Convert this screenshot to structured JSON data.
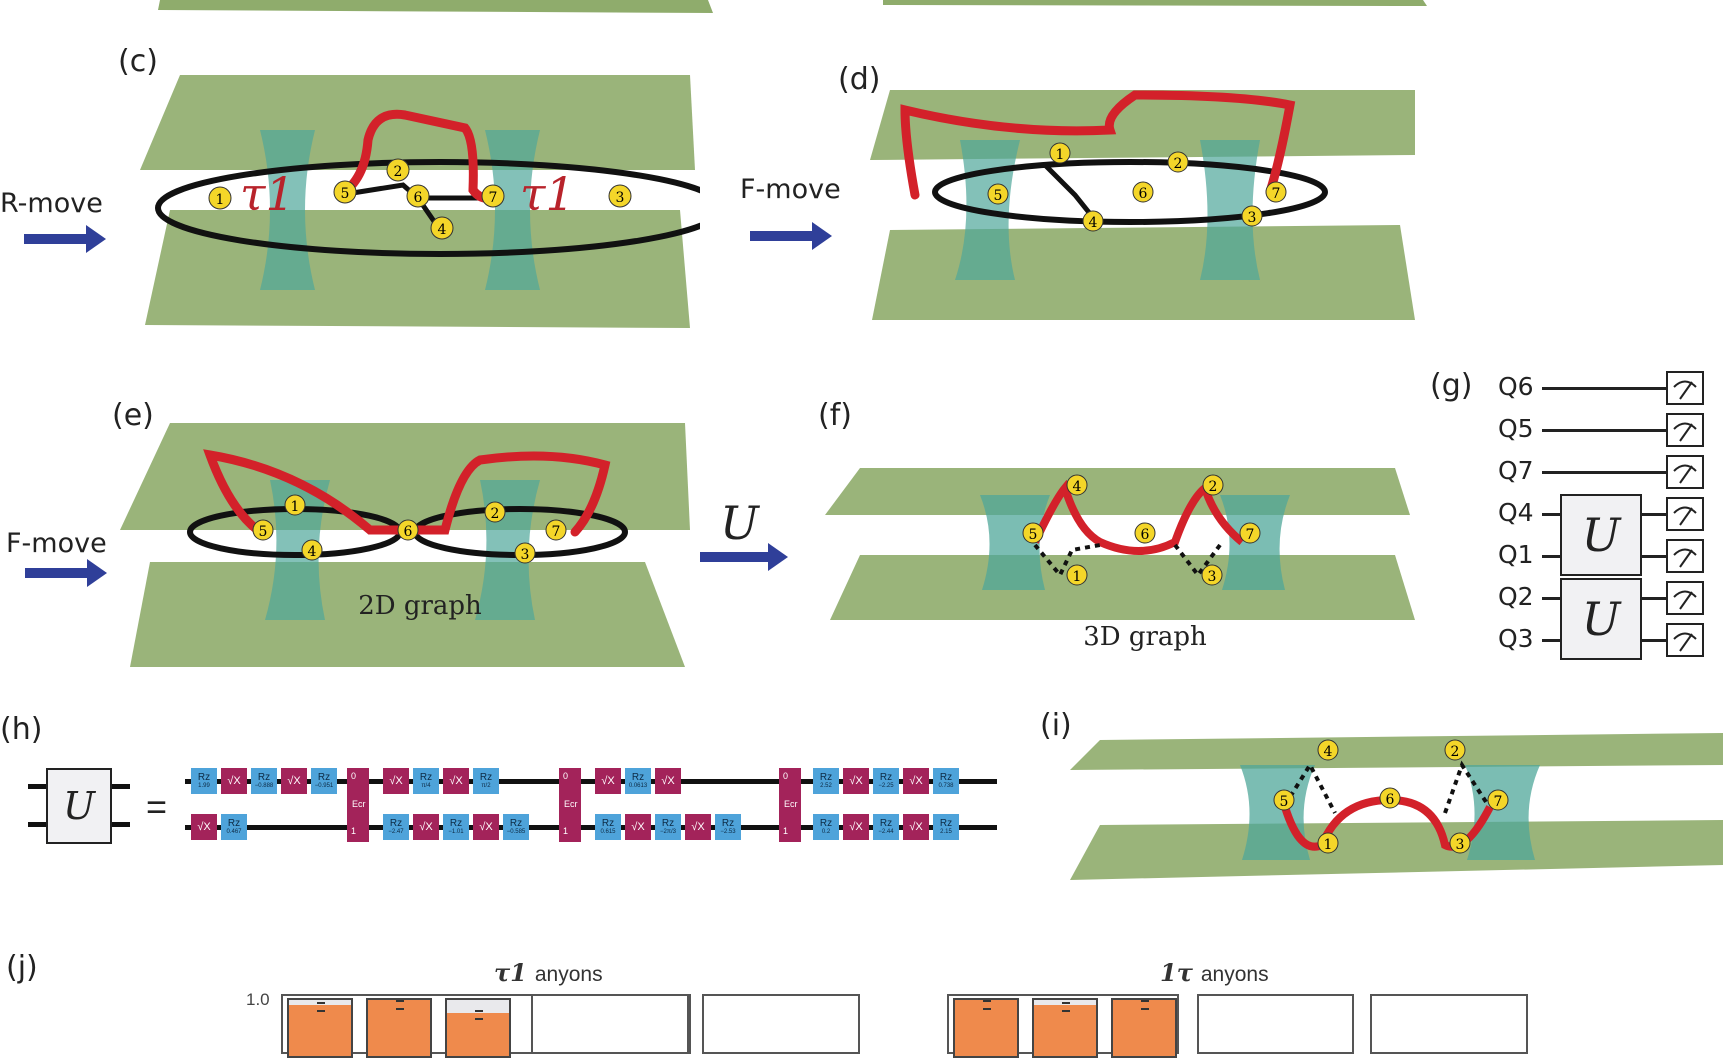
{
  "panels": {
    "c": {
      "label": "(c)",
      "arrow_label": "R-move",
      "anyon_left": "τ1",
      "anyon_right": "τ1",
      "nodes": [
        "1",
        "2",
        "3",
        "4",
        "5",
        "6",
        "7"
      ]
    },
    "d": {
      "label": "(d)",
      "arrow_label": "F-move",
      "nodes": [
        "1",
        "2",
        "3",
        "4",
        "5",
        "6",
        "7"
      ]
    },
    "e": {
      "label": "(e)",
      "arrow_label": "F-move",
      "caption": "2D graph",
      "nodes": [
        "1",
        "2",
        "3",
        "4",
        "5",
        "6",
        "7"
      ]
    },
    "f": {
      "label": "(f)",
      "arrow_label": "U",
      "caption": "3D graph",
      "nodes": [
        "1",
        "2",
        "3",
        "4",
        "5",
        "6",
        "7"
      ]
    },
    "g": {
      "label": "(g)",
      "qubits": [
        "Q6",
        "Q5",
        "Q7",
        "Q4",
        "Q1",
        "Q2",
        "Q3"
      ],
      "unitary_label": "U",
      "meter_icon": "measurement-meter-icon"
    },
    "h": {
      "label": "(h)",
      "unitary_label": "U",
      "equals": "=",
      "colors": {
        "rz": "#4ea3da",
        "sx": "#a3235a",
        "wire": "#111111"
      },
      "ecr_label": "Ecr",
      "ecr_ports": [
        "0",
        "1"
      ],
      "top_row": [
        {
          "type": "rz",
          "label": "Rz",
          "value": "1.99"
        },
        {
          "type": "sx",
          "label": "√X"
        },
        {
          "type": "rz",
          "label": "Rz",
          "value": "−0.888"
        },
        {
          "type": "sx",
          "label": "√X"
        },
        {
          "type": "rz",
          "label": "Rz",
          "value": "−0.951"
        },
        {
          "type": "ecr"
        },
        {
          "type": "sx",
          "label": "√X"
        },
        {
          "type": "rz",
          "label": "Rz",
          "value": "π/4"
        },
        {
          "type": "sx",
          "label": "√X"
        },
        {
          "type": "rz",
          "label": "Rz",
          "value": "π/2"
        },
        {
          "type": "ecr"
        },
        {
          "type": "sx",
          "label": "√X"
        },
        {
          "type": "rz",
          "label": "Rz",
          "value": "0.0613"
        },
        {
          "type": "sx",
          "label": "√X"
        },
        {
          "type": "ecr"
        },
        {
          "type": "rz",
          "label": "Rz",
          "value": "2.52"
        },
        {
          "type": "sx",
          "label": "√X"
        },
        {
          "type": "rz",
          "label": "Rz",
          "value": "−2.25"
        },
        {
          "type": "sx",
          "label": "√X"
        },
        {
          "type": "rz",
          "label": "Rz",
          "value": "0.738"
        }
      ],
      "bottom_row": [
        {
          "type": "sx",
          "label": "√X"
        },
        {
          "type": "rz",
          "label": "Rz",
          "value": "0.467"
        },
        {
          "type": "ecr"
        },
        {
          "type": "rz",
          "label": "Rz",
          "value": "−2.47"
        },
        {
          "type": "sx",
          "label": "√X"
        },
        {
          "type": "rz",
          "label": "Rz",
          "value": "−1.01"
        },
        {
          "type": "sx",
          "label": "√X"
        },
        {
          "type": "rz",
          "label": "Rz",
          "value": "−0.585"
        },
        {
          "type": "ecr"
        },
        {
          "type": "rz",
          "label": "Rz",
          "value": "0.615"
        },
        {
          "type": "sx",
          "label": "√X"
        },
        {
          "type": "rz",
          "label": "Rz",
          "value": "−2π/3"
        },
        {
          "type": "sx",
          "label": "√X"
        },
        {
          "type": "rz",
          "label": "Rz",
          "value": "−2.53"
        },
        {
          "type": "ecr"
        },
        {
          "type": "rz",
          "label": "Rz",
          "value": "0.2"
        },
        {
          "type": "sx",
          "label": "√X"
        },
        {
          "type": "rz",
          "label": "Rz",
          "value": "−2.44"
        },
        {
          "type": "sx",
          "label": "√X"
        },
        {
          "type": "rz",
          "label": "Rz",
          "value": "2.15"
        }
      ]
    },
    "i": {
      "label": "(i)",
      "nodes": [
        "1",
        "2",
        "3",
        "4",
        "5",
        "6",
        "7"
      ]
    },
    "j": {
      "label": "(j)",
      "left_title_math": "τ1",
      "left_title_text": "anyons",
      "right_title_math": "1τ",
      "right_title_text": "anyons",
      "ytick_top": "1.0"
    }
  },
  "chart_data": {
    "type": "bar",
    "title": "(j) τ1 anyons / 1τ anyons (partially visible)",
    "ylim": [
      0,
      1.0
    ],
    "yticks": [
      "1.0"
    ],
    "series": [
      {
        "name": "τ1 anyons",
        "values": [
          0.97,
          1.0,
          0.93
        ],
        "error_bars": true
      },
      {
        "name": "1τ anyons",
        "values": [
          1.0,
          0.97,
          1.0
        ],
        "error_bars": true
      }
    ],
    "bar_color": "#ef8a4c",
    "background_color": "#e9e9ec"
  },
  "colors": {
    "plane": "#8fac6c",
    "arrow": "#2f3f99",
    "string": "#d3212a",
    "node": "#f4d629"
  }
}
